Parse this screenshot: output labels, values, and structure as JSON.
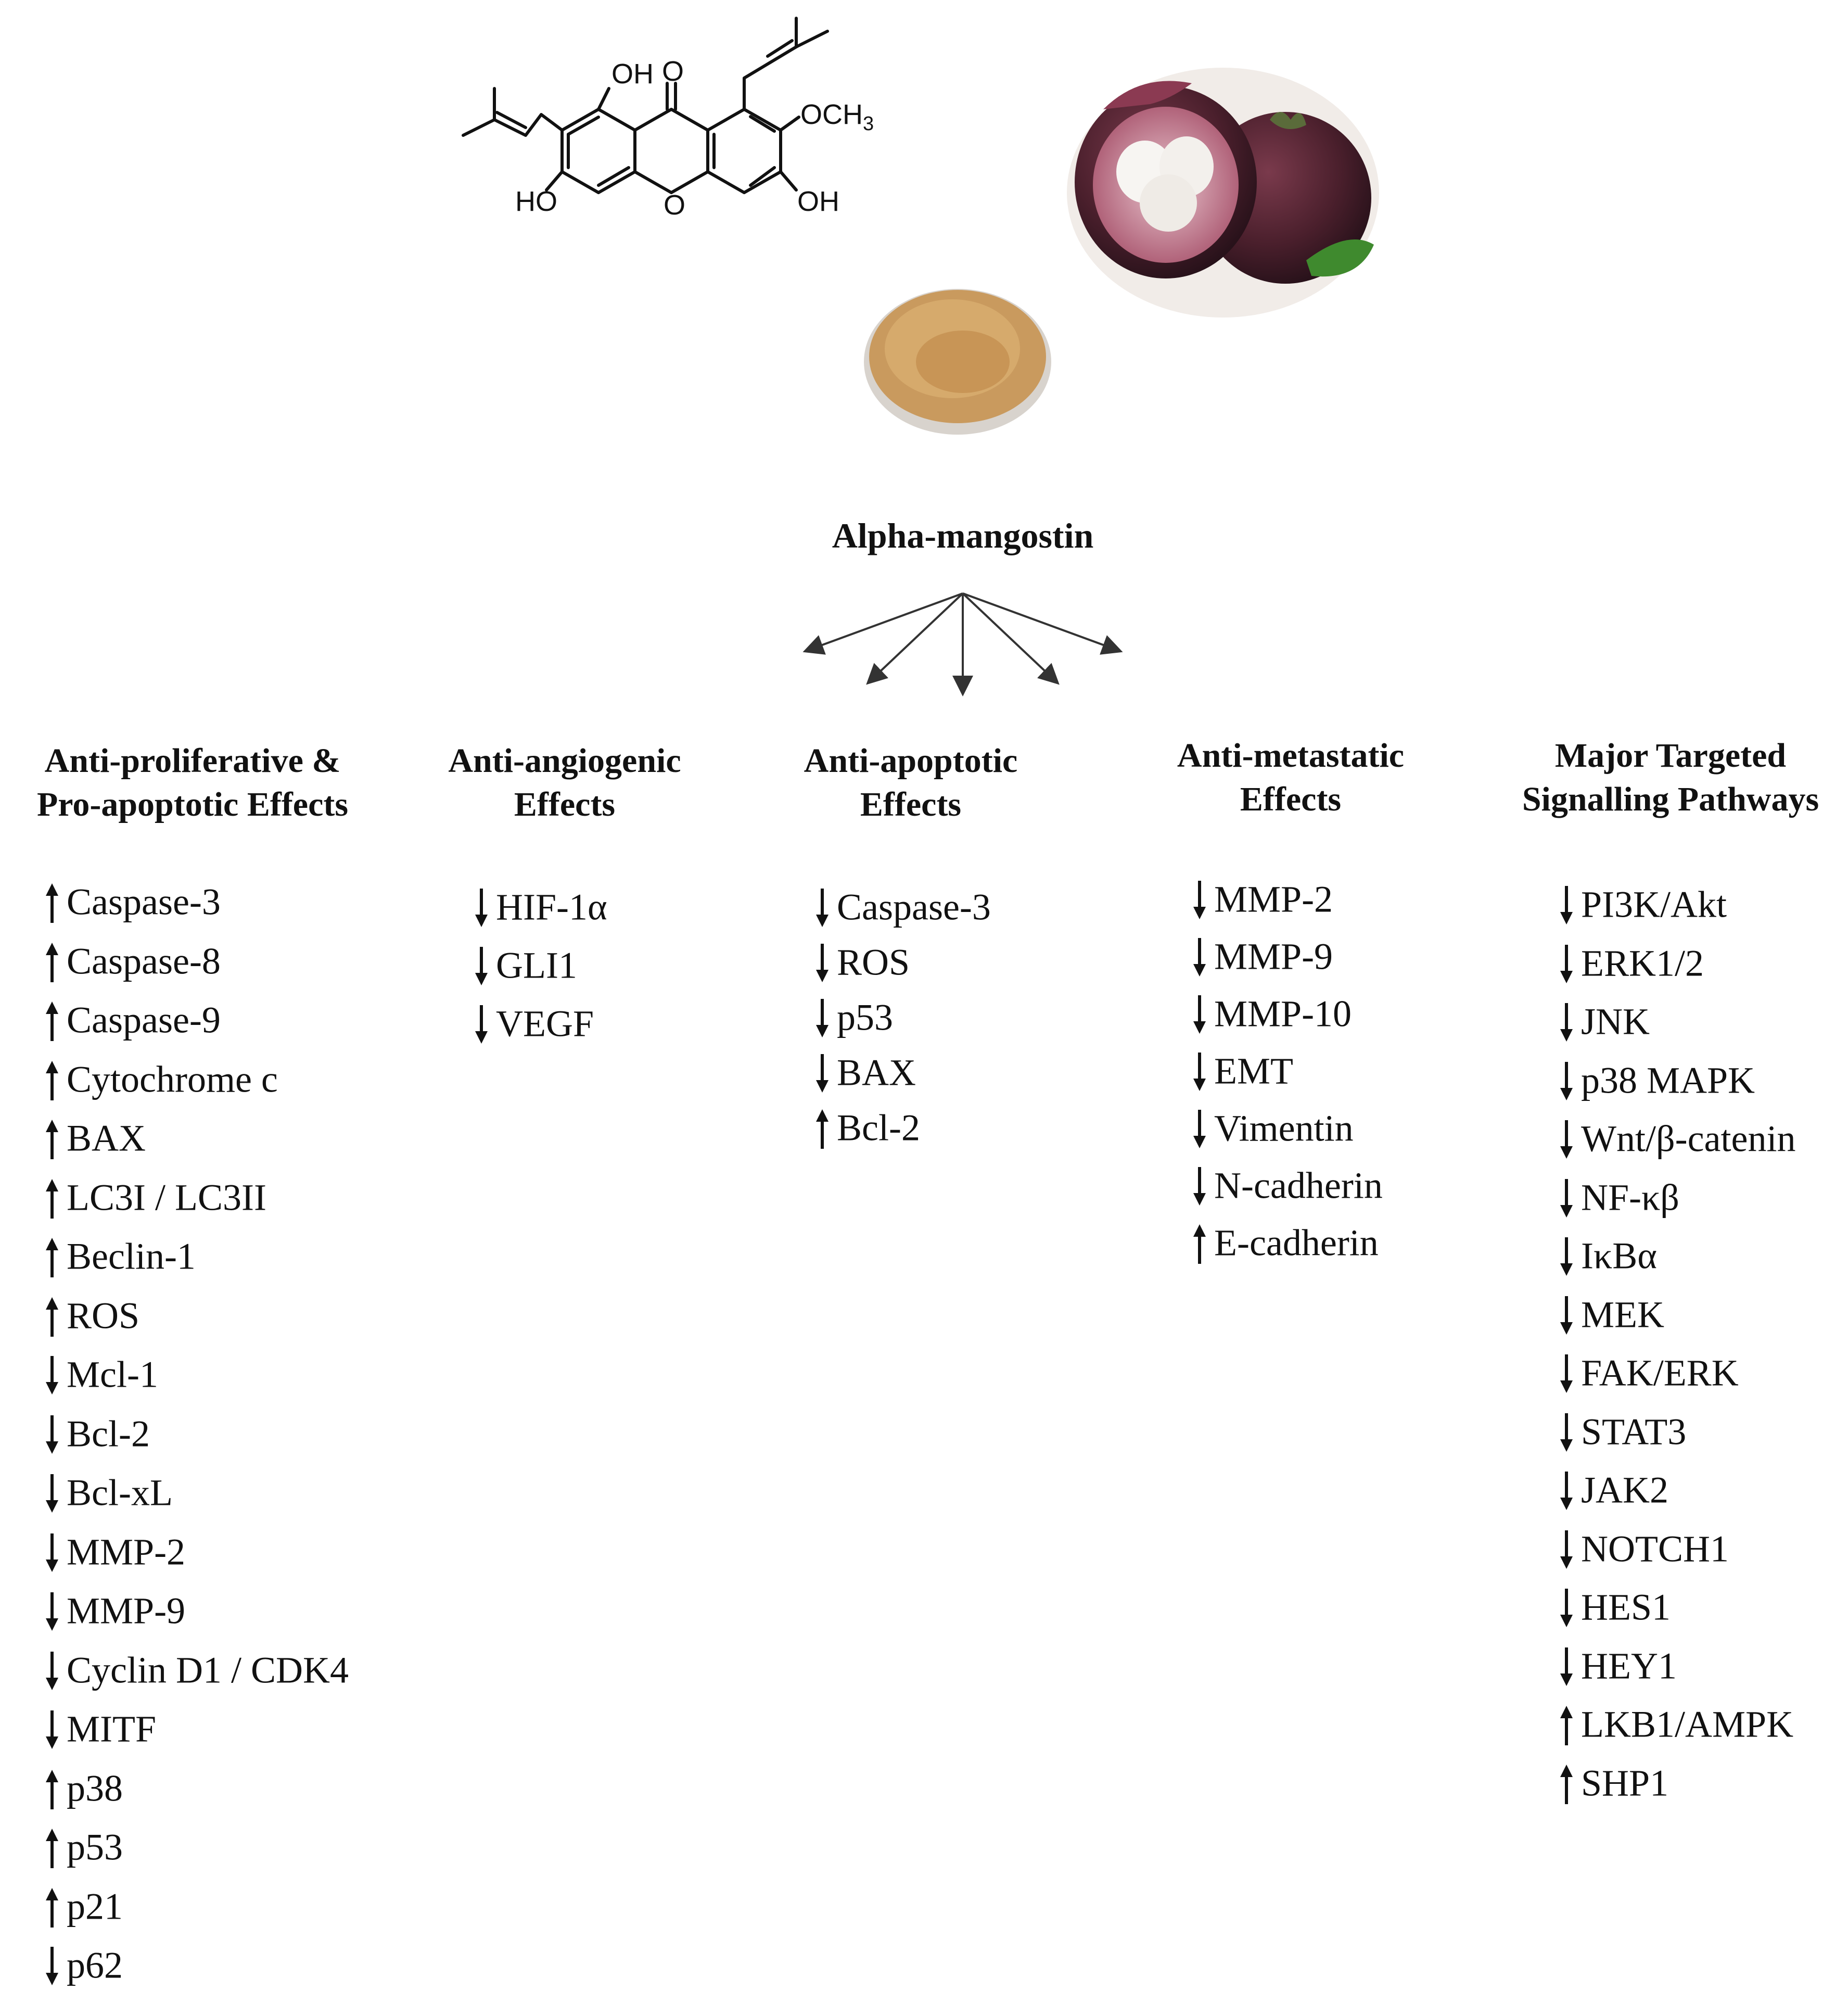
{
  "structure_labels": {
    "oh_top": "OH",
    "carbonyl": "O",
    "och3": "OCH",
    "och3_sub": "3",
    "ho_left": "HO",
    "ring_o": "O",
    "oh_right": "OH"
  },
  "title": "Alpha-mangostin",
  "columns": [
    {
      "head_line1": "Anti-proliferative &",
      "head_line2": "Pro-apoptotic Effects",
      "items": [
        {
          "dir": "up",
          "label": "Caspase-3"
        },
        {
          "dir": "up",
          "label": "Caspase-8"
        },
        {
          "dir": "up",
          "label": "Caspase-9"
        },
        {
          "dir": "up",
          "label": "Cytochrome c"
        },
        {
          "dir": "up",
          "label": "BAX"
        },
        {
          "dir": "up",
          "label": "LC3I / LC3II"
        },
        {
          "dir": "up",
          "label": "Beclin-1"
        },
        {
          "dir": "up",
          "label": "ROS"
        },
        {
          "dir": "down",
          "label": "Mcl-1"
        },
        {
          "dir": "down",
          "label": "Bcl-2"
        },
        {
          "dir": "down",
          "label": "Bcl-xL"
        },
        {
          "dir": "down",
          "label": "MMP-2"
        },
        {
          "dir": "down",
          "label": "MMP-9"
        },
        {
          "dir": "down",
          "label": "Cyclin D1 / CDK4"
        },
        {
          "dir": "down",
          "label": "MITF"
        },
        {
          "dir": "up",
          "label": "p38"
        },
        {
          "dir": "up",
          "label": "p53"
        },
        {
          "dir": "up",
          "label": "p21"
        },
        {
          "dir": "down",
          "label": "p62"
        }
      ]
    },
    {
      "head_line1": "Anti-angiogenic",
      "head_line2": "Effects",
      "items": [
        {
          "dir": "down",
          "label": "HIF-1α"
        },
        {
          "dir": "down",
          "label": "GLI1"
        },
        {
          "dir": "down",
          "label": "VEGF"
        }
      ]
    },
    {
      "head_line1": "Anti-apoptotic",
      "head_line2": "Effects",
      "items": [
        {
          "dir": "down",
          "label": "Caspase-3"
        },
        {
          "dir": "down",
          "label": "ROS"
        },
        {
          "dir": "down",
          "label": "p53"
        },
        {
          "dir": "down",
          "label": "BAX"
        },
        {
          "dir": "up",
          "label": "Bcl-2"
        }
      ]
    },
    {
      "head_line1": "Anti-metastatic",
      "head_line2": "Effects",
      "items": [
        {
          "dir": "down",
          "label": "MMP-2"
        },
        {
          "dir": "down",
          "label": "MMP-9"
        },
        {
          "dir": "down",
          "label": "MMP-10"
        },
        {
          "dir": "down",
          "label": "EMT"
        },
        {
          "dir": "down",
          "label": "Vimentin"
        },
        {
          "dir": "down",
          "label": "N-cadherin"
        },
        {
          "dir": "up",
          "label": "E-cadherin"
        }
      ]
    },
    {
      "head_line1": "Major Targeted",
      "head_line2": "Signalling Pathways",
      "items": [
        {
          "dir": "down",
          "label": "PI3K/Akt"
        },
        {
          "dir": "down",
          "label": "ERK1/2"
        },
        {
          "dir": "down",
          "label": "JNK"
        },
        {
          "dir": "down",
          "label": "p38 MAPK"
        },
        {
          "dir": "down",
          "label": "Wnt/β-catenin"
        },
        {
          "dir": "down",
          "label": "NF-κβ"
        },
        {
          "dir": "down",
          "label": "IκBα"
        },
        {
          "dir": "down",
          "label": "MEK"
        },
        {
          "dir": "down",
          "label": "FAK/ERK"
        },
        {
          "dir": "down",
          "label": "STAT3"
        },
        {
          "dir": "down",
          "label": "JAK2"
        },
        {
          "dir": "down",
          "label": "NOTCH1"
        },
        {
          "dir": "down",
          "label": "HES1"
        },
        {
          "dir": "down",
          "label": "HEY1"
        },
        {
          "dir": "up",
          "label": "LKB1/AMPK"
        },
        {
          "dir": "up",
          "label": "SHP1"
        }
      ]
    }
  ]
}
